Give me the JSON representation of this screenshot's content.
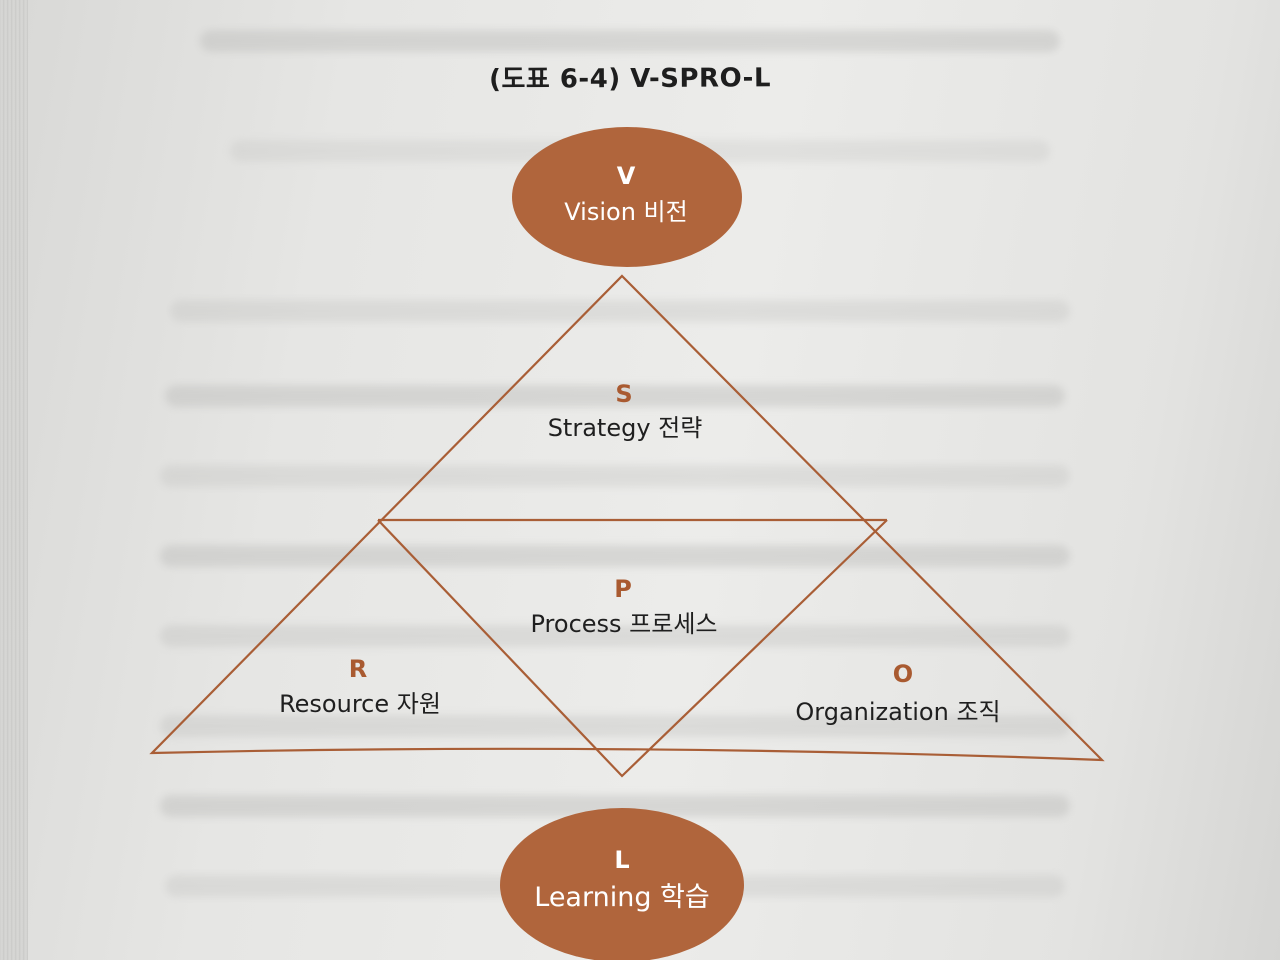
{
  "title": "(도표 6-4) V-SPRO-L",
  "colors": {
    "ellipse_fill": "#b0653c",
    "line": "#a95e36",
    "letter": "#a95a30",
    "text": "#1f1f1f",
    "ellipse_text": "#ffffff"
  },
  "nodes": {
    "vision": {
      "letter": "V",
      "label": "Vision 비전"
    },
    "strategy": {
      "letter": "S",
      "label": "Strategy 전략"
    },
    "process": {
      "letter": "P",
      "label": "Process 프로세스"
    },
    "resource": {
      "letter": "R",
      "label": "Resource 자원"
    },
    "organization": {
      "letter": "O",
      "label": "Organization 조직"
    },
    "learning": {
      "letter": "L",
      "label": "Learning 학습"
    }
  }
}
